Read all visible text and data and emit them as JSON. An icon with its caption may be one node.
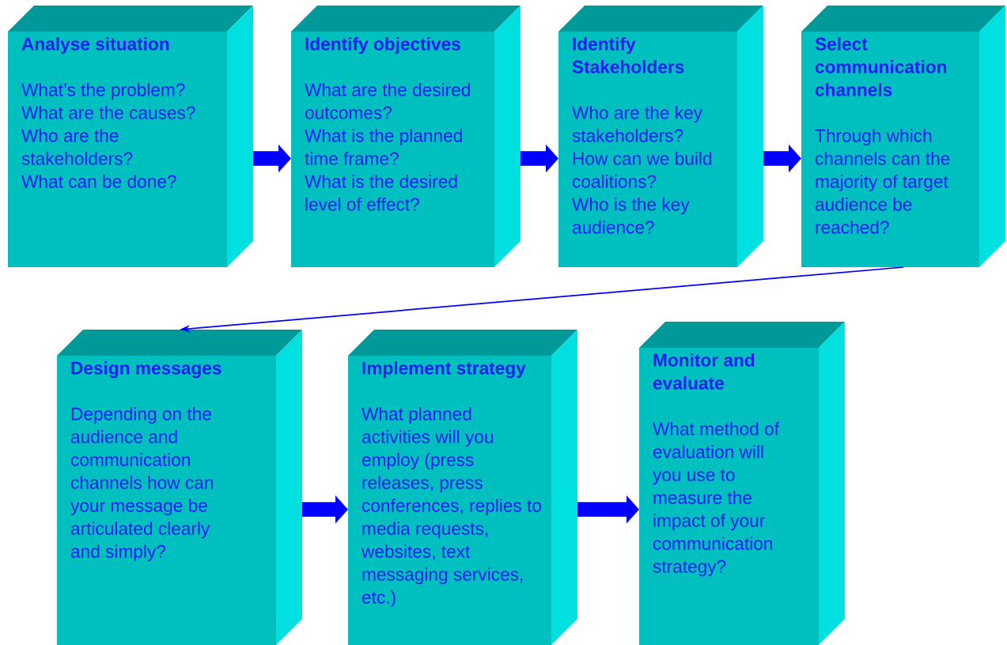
{
  "diagram": {
    "nodes": [
      {
        "text": [
          "Analyse situation",
          "What’s the problem?",
          "What are the causes?",
          "Who are the stakeholders?",
          "What can be done?"
        ]
      },
      {
        "text": [
          "Identify objectives",
          "What are the desired outcomes?",
          "What is the planned time frame?",
          "What is the desired level of effect?"
        ]
      },
      {
        "text": [
          "Identify Stakeholders",
          "Who are the key stakeholders?",
          "How can we build coalitions?",
          "Who is the key audience?"
        ]
      },
      {
        "text": [
          "Select communication channels",
          "Through which channels can the majority of target audience be reached?"
        ]
      },
      {
        "text": [
          "Design messages",
          "Depending on the audience and communication channels how can your message be articulated clearly and simply?"
        ]
      },
      {
        "text": [
          "Implement strategy",
          "What planned activities will you employ (press releases, press conferences, replies to media requests, websites, text messaging services, etc.)"
        ]
      },
      {
        "text": [
          "Monitor and evaluate",
          "What method of evaluation will you use to measure the impact of your communication strategy?"
        ]
      }
    ],
    "edges": [
      {
        "from": 0,
        "to": 1,
        "arrow": "to"
      },
      {
        "from": 1,
        "to": 2,
        "arrow": "to"
      },
      {
        "from": 2,
        "to": 3,
        "arrow": "to"
      },
      {
        "from": 3,
        "to": 4,
        "arrow": "to"
      },
      {
        "from": 4,
        "to": 5,
        "arrow": "to"
      },
      {
        "from": 5,
        "to": 6,
        "arrow": "to"
      }
    ]
  }
}
